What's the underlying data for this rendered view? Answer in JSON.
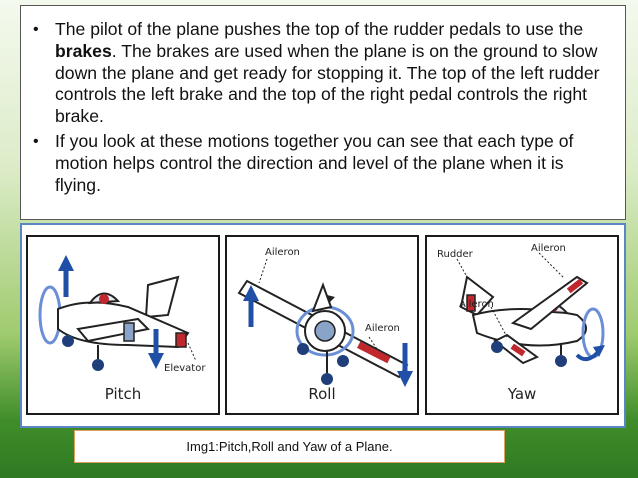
{
  "bullets": [
    {
      "pre": "The pilot of the plane pushes the top of the rudder pedals to use the ",
      "bold": "brakes",
      "post": ". The brakes are used when the plane is on the ground to slow down the plane and get ready for stopping it. The top of the left rudder controls the left brake and the top of the right pedal controls the right brake."
    },
    {
      "pre": "If you look at these motions together you can see that each type of motion helps control the direction and level of the plane when it is flying.",
      "bold": "",
      "post": ""
    }
  ],
  "figure": {
    "panels": [
      {
        "title": "Pitch",
        "parts": [
          "Elevator"
        ]
      },
      {
        "title": "Roll",
        "parts": [
          "Aileron",
          "Aileron"
        ]
      },
      {
        "title": "Yaw",
        "parts": [
          "Rudder",
          "Aileron",
          "Aileron"
        ]
      }
    ],
    "caption": "Img1:Pitch,Roll and Yaw of a Plane."
  },
  "colors": {
    "arrow_blue": "#1f4fa6",
    "control_red": "#c0282d",
    "panel_border": "#1a1a1a",
    "figure_border": "#5b86c4",
    "caption_border": "#e0a060"
  }
}
